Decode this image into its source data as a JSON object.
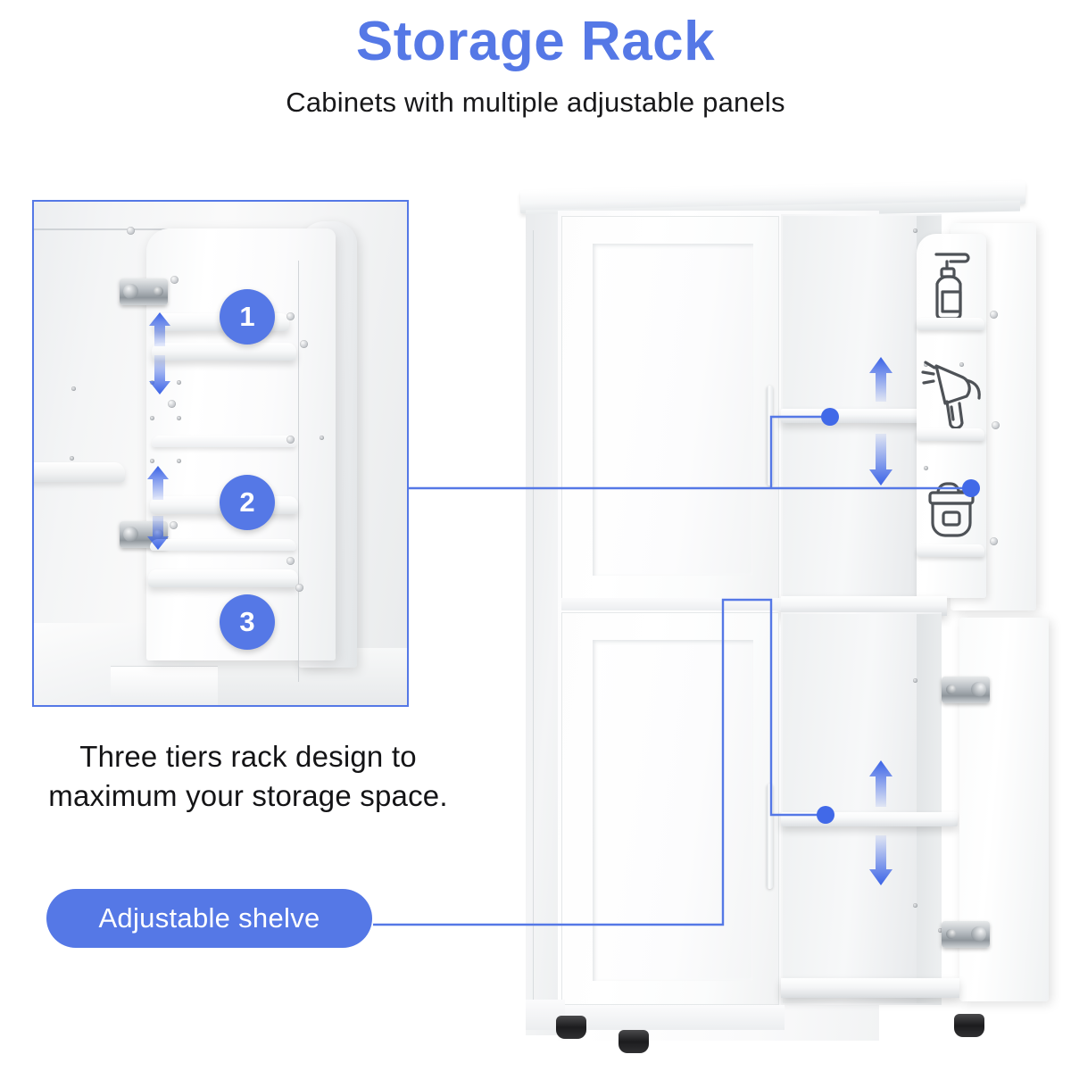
{
  "header": {
    "title": "Storage Rack",
    "subtitle": "Cabinets with multiple adjustable panels"
  },
  "colors": {
    "accent_blue": "#5578e6",
    "title_blue": "#5578e6",
    "text_black": "#141416",
    "arrow_blue": "#4169e8",
    "panel_border": "#5578e6"
  },
  "detail_panel": {
    "caption": "Three tiers rack design to maximum your storage space.",
    "badges": [
      {
        "label": "1"
      },
      {
        "label": "2"
      },
      {
        "label": "3"
      }
    ],
    "arrows": [
      {
        "name": "tier-1-up-arrow",
        "direction": "up"
      },
      {
        "name": "tier-1-down-arrow",
        "direction": "down"
      },
      {
        "name": "tier-2-up-arrow",
        "direction": "up"
      },
      {
        "name": "tier-2-down-arrow",
        "direction": "down"
      }
    ]
  },
  "callout": {
    "pill_label": "Adjustable shelve"
  },
  "cabinet": {
    "door_rack_icons": [
      {
        "name": "soap-dispenser-icon"
      },
      {
        "name": "hair-dryer-icon"
      },
      {
        "name": "cosmetic-case-icon"
      }
    ],
    "shelf_arrows": [
      {
        "name": "upper-shelf-up-arrow",
        "direction": "up"
      },
      {
        "name": "upper-shelf-down-arrow",
        "direction": "down"
      },
      {
        "name": "lower-shelf-up-arrow",
        "direction": "up"
      },
      {
        "name": "lower-shelf-down-arrow",
        "direction": "down"
      }
    ]
  }
}
